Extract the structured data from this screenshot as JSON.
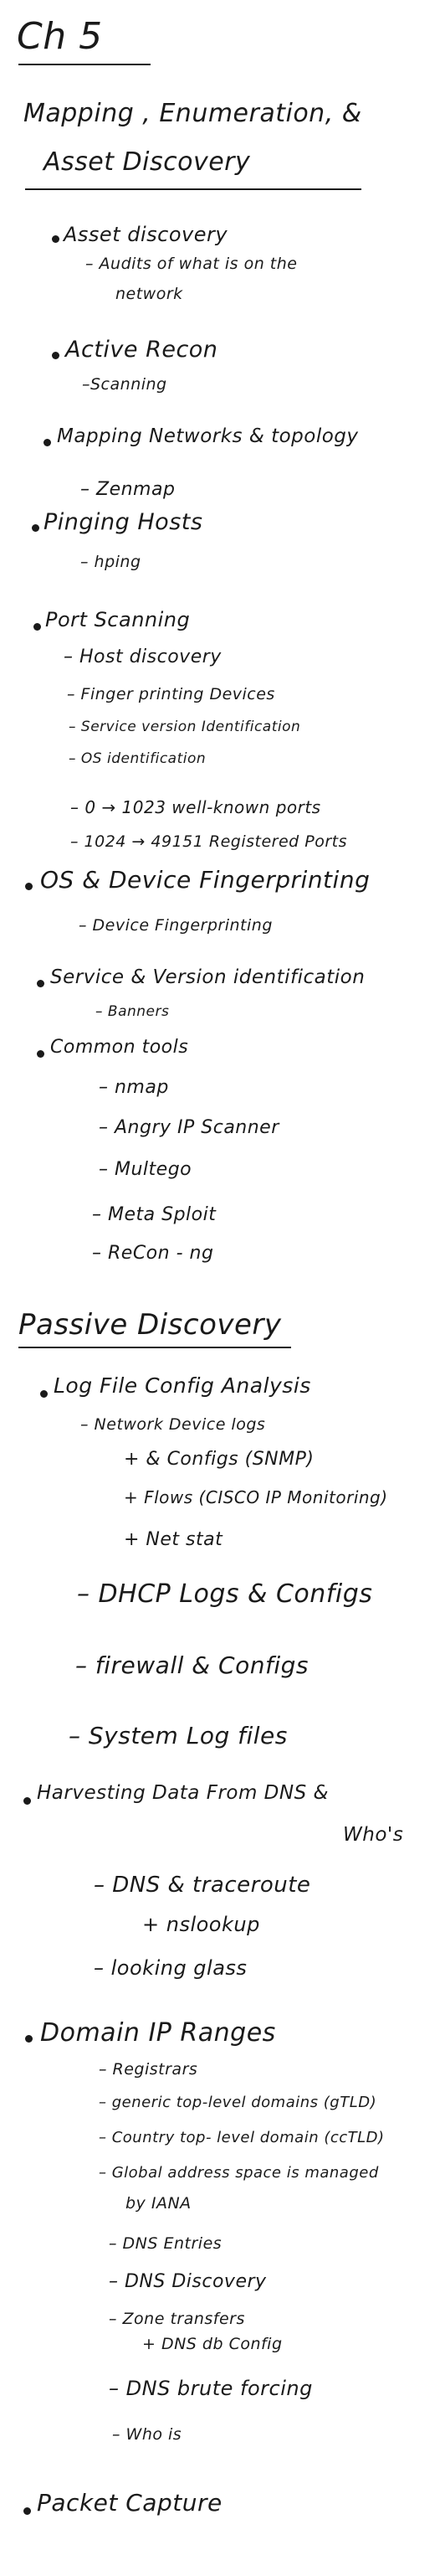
{
  "chapter": "Ch 5",
  "section_title_line1": "Mapping , Enumeration, & ",
  "section_title_line2": "Asset Discovery",
  "items": {
    "asset_discovery": "Asset discovery",
    "asset_discovery_sub1": "– Audits of what is on the",
    "asset_discovery_sub2": "network",
    "active_recon": "Active Recon",
    "active_recon_sub": "–Scanning",
    "mapping_networks": "Mapping Networks & topology",
    "zenmap": "– Zenmap",
    "pinging_hosts": "Pinging Hosts",
    "hping": "– hping",
    "port_scanning": "Port Scanning",
    "host_discovery": "– Host discovery",
    "fingerprinting_devices": "– Finger printing Devices",
    "service_version_id": "– Service version Identification",
    "os_identification": "– OS identification",
    "ports_0_1023": "– 0 → 1023   well-known ports",
    "ports_1024_49151": "– 1024 → 49151   Registered Ports",
    "os_device_fp": "OS & Device Fingerprinting",
    "device_fp": "– Device Fingerprinting",
    "service_version_id2": "Service & Version identification",
    "banners": "– Banners",
    "common_tools": "Common tools",
    "nmap": "– nmap",
    "angry_ip": "– Angry IP Scanner",
    "maltego": "– Multego",
    "metasploit": "– Meta Sploit",
    "recon_ng": "– ReCon - ng"
  },
  "passive_title": "Passive Discovery",
  "passive": {
    "log_file": "Log File Config Analysis",
    "network_device_logs": "– Network Device logs",
    "configs_snmp": "+ & Configs (SNMP)",
    "flows": "+ Flows (CISCO IP Monitoring)",
    "netstat": "+ Net stat",
    "dhcp": "– DHCP Logs & Configs",
    "firewall": "– firewall & Configs",
    "system_log": "– System Log files",
    "harvesting_line1": "Harvesting Data From DNS &",
    "harvesting_line2": "Who's",
    "dns_traceroute": "– DNS & traceroute",
    "nslookup": "+ nslookup",
    "looking_glass": "– looking glass",
    "domain_ip_ranges": "Domain IP Ranges",
    "registrars": "– Registrars",
    "gtld": "– generic top-level domains (gTLD)",
    "cctld": "– Country top- level domain (ccTLD)",
    "global_addr1": "– Global address space is managed",
    "global_addr2": "by IANA",
    "dns_entries": "– DNS Entries",
    "dns_discovery": "– DNS Discovery",
    "zone_transfers": "– Zone transfers",
    "dns_db_config": "+ DNS db Config",
    "dns_brute": "– DNS brute forcing",
    "whois": "– Who is",
    "packet_capture": "Packet Capture"
  }
}
